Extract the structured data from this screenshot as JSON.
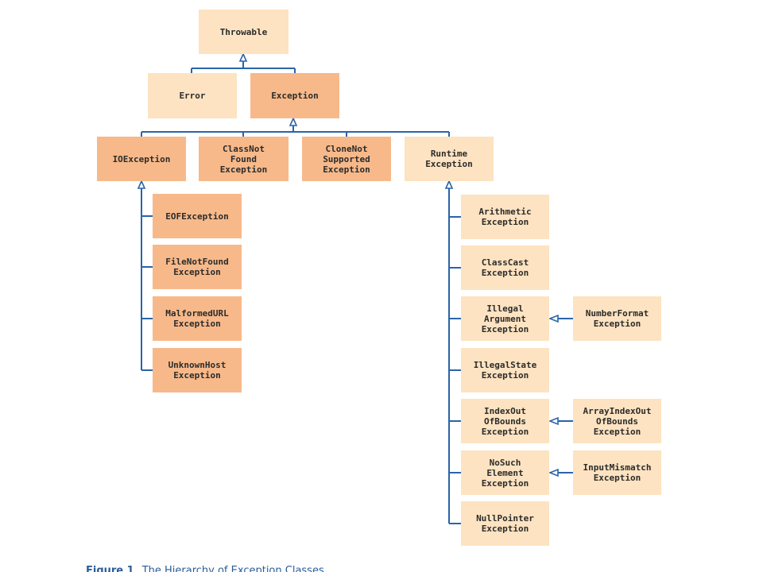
{
  "diagram": {
    "colors": {
      "light_box": "#fde3c1",
      "dark_box": "#f7b98a",
      "connector": "#2a64a8"
    },
    "nodes": {
      "throwable": "Throwable",
      "error": "Error",
      "exception": "Exception",
      "ioexception": "IOException",
      "classnotfound": "ClassNot\nFound\nException",
      "clonenotsupported": "CloneNot\nSupported\nException",
      "runtime": "Runtime\nException",
      "eof": "EOFException",
      "filenotfound": "FileNotFound\nException",
      "malformedurl": "MalformedURL\nException",
      "unknownhost": "UnknownHost\nException",
      "arithmetic": "Arithmetic\nException",
      "classcast": "ClassCast\nException",
      "illegalargument": "Illegal\nArgument\nException",
      "numberformat": "NumberFormat\nException",
      "illegalstate": "IllegalState\nException",
      "indexoutofbounds": "IndexOut\nOfBounds\nException",
      "arrayindexoutofbounds": "ArrayIndexOut\nOfBounds\nException",
      "nosuchelement": "NoSuch\nElement\nException",
      "inputmismatch": "InputMismatch\nException",
      "nullpointer": "NullPointer\nException"
    }
  },
  "caption": {
    "number": "Figure 1",
    "text": "The Hierarchy of Exception Classes"
  }
}
